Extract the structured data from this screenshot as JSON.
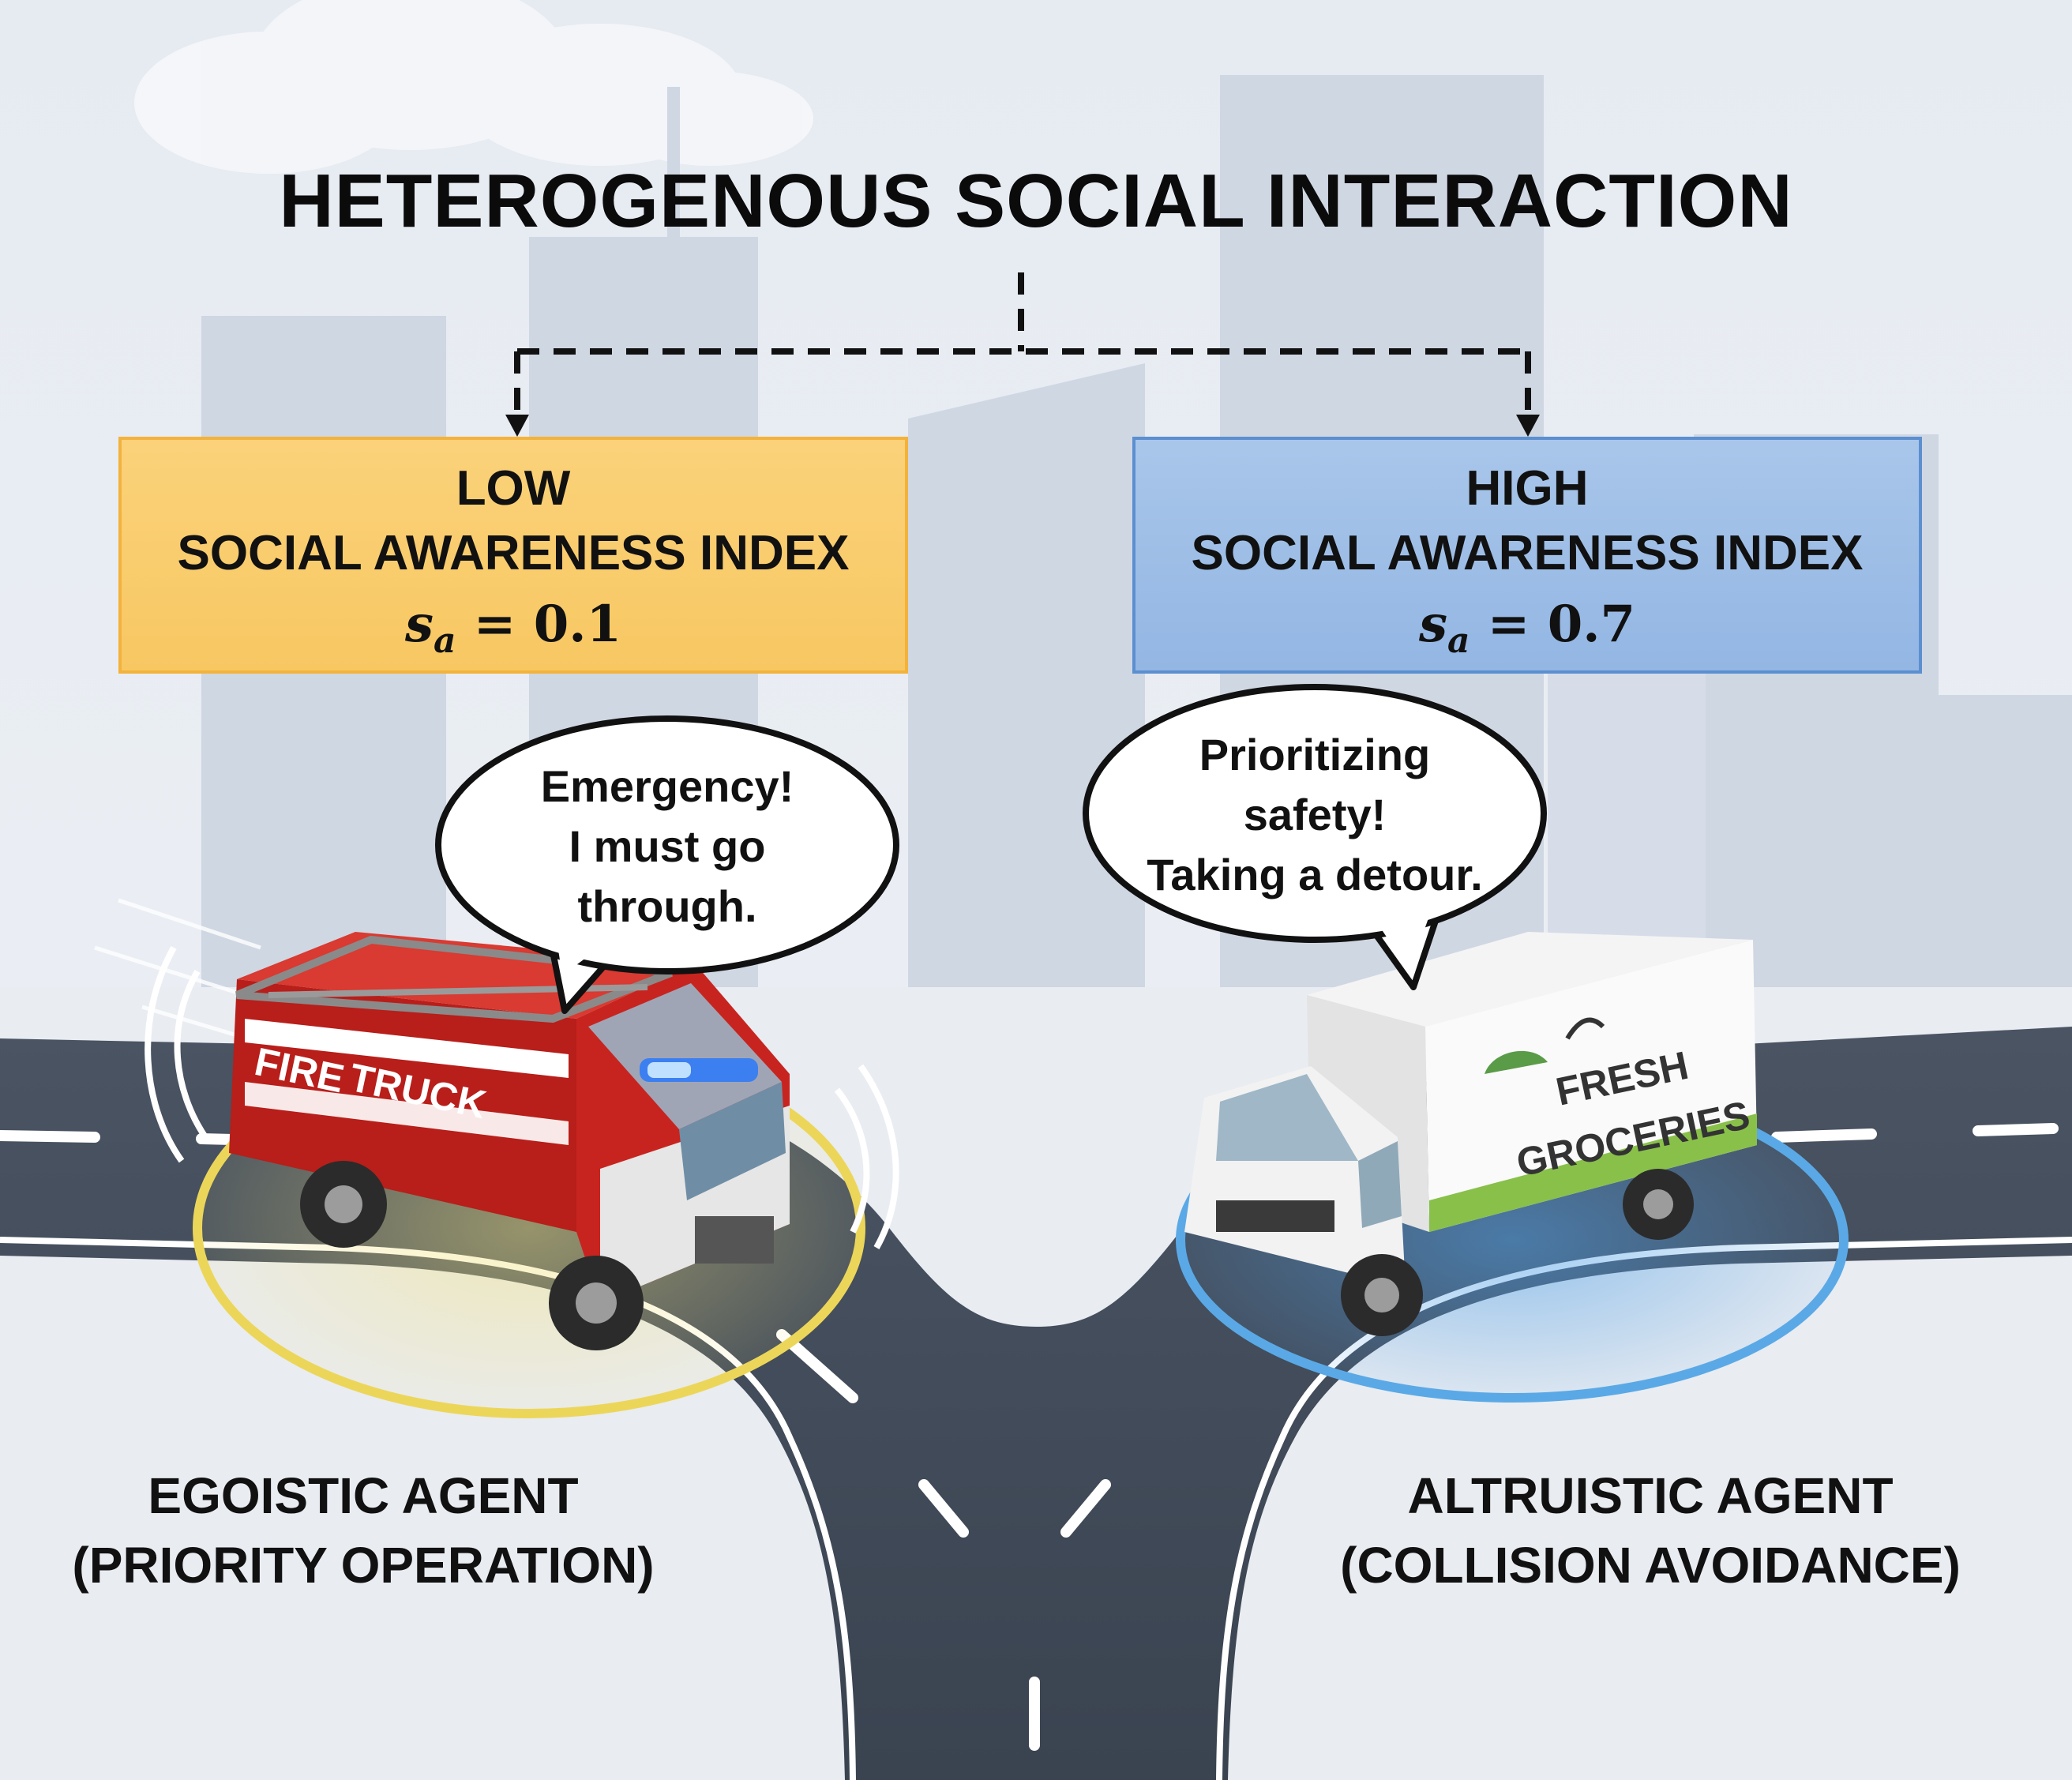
{
  "title": "HETEROGENOUS SOCIAL INTERACTION",
  "low_box": {
    "level": "LOW",
    "name": "SOCIAL AWARENESS INDEX",
    "symbol": "s",
    "subscript": "a",
    "equals": " = ",
    "value": "0.1"
  },
  "high_box": {
    "level": "HIGH",
    "name": "SOCIAL AWARENESS INDEX",
    "symbol": "s",
    "subscript": "a",
    "equals": " = ",
    "value": "0.7"
  },
  "bubble_left": [
    "Emergency!",
    "I must go",
    "through."
  ],
  "bubble_right": [
    "Prioritizing",
    "safety!",
    "Taking a detour."
  ],
  "fire_truck_text": [
    "FIRE",
    "TRUCK"
  ],
  "grocery_truck_text": [
    "FRESH",
    "GROCERIES"
  ],
  "agent_left": {
    "line1": "EGOISTIC AGENT",
    "line2": "(PRIORITY OPERATION)"
  },
  "agent_right": {
    "line1": "ALTRUISTIC AGENT",
    "line2": "(COLLISION AVOIDANCE)"
  },
  "colors": {
    "low_fill": "#f9cc6d",
    "low_border": "#f3b23b",
    "high_fill": "#9dbde6",
    "high_border": "#5b8fd0",
    "fire_red": "#c8241f",
    "aura_yellow": "#ecd65a",
    "aura_blue": "#5aa9e6"
  }
}
